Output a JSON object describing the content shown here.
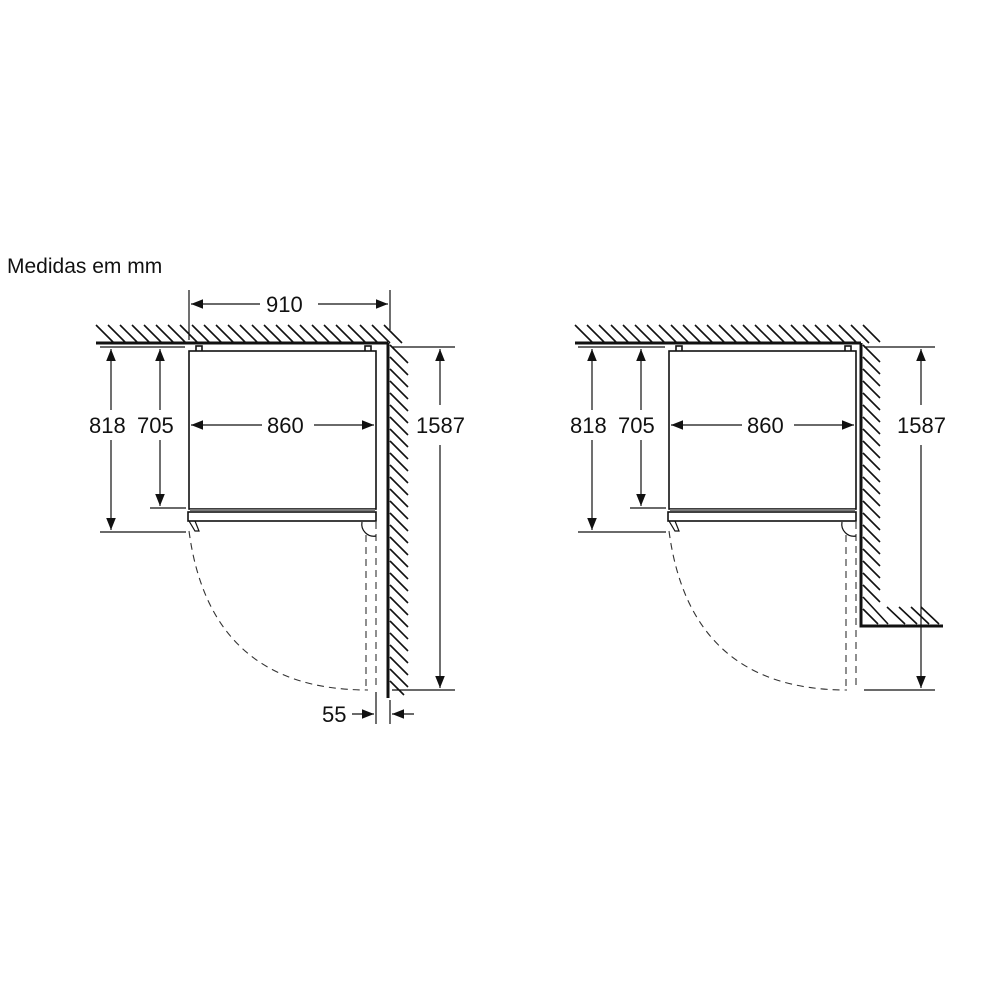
{
  "title": "Medidas em mm",
  "colors": {
    "line": "#111111",
    "background": "#ffffff"
  },
  "left_view": {
    "name": "installation next to wall",
    "dimensions": {
      "total_width": "910",
      "depth_with_door": "818",
      "body_depth": "705",
      "body_width": "860",
      "door_open_depth": "1587",
      "wall_clearance": "55"
    }
  },
  "right_view": {
    "name": "installation in niche with wall step",
    "dimensions": {
      "depth_with_door": "818",
      "body_depth": "705",
      "body_width": "860",
      "door_open_depth": "1587"
    }
  }
}
